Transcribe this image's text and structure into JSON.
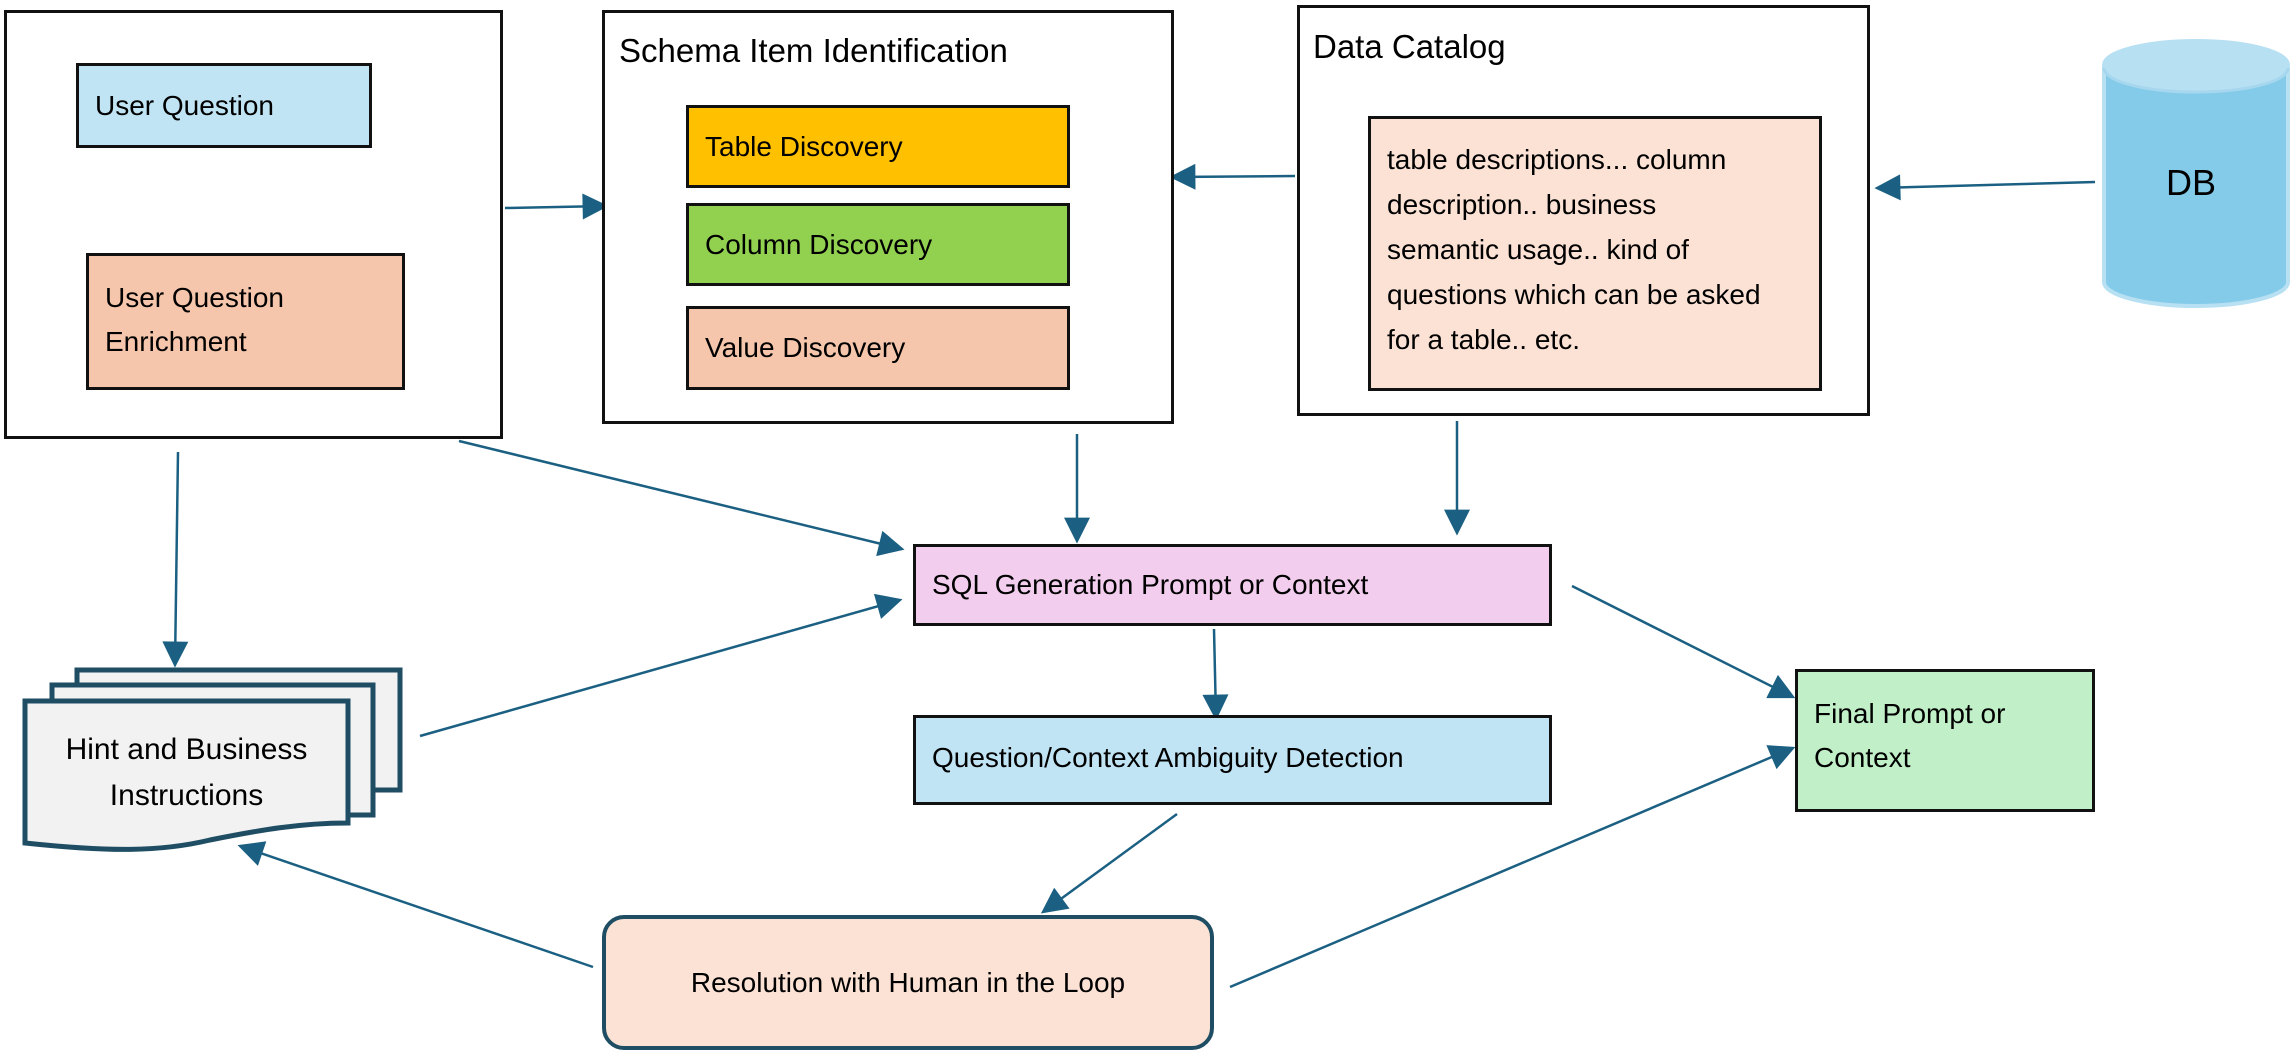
{
  "diagram": {
    "groups": {
      "user_input": {
        "title": ""
      },
      "schema": {
        "title": "Schema Item Identification"
      },
      "catalog": {
        "title": "Data Catalog"
      }
    },
    "nodes": {
      "user_question": {
        "label": "User Question",
        "color": "#c0e4f4"
      },
      "enrichment": {
        "label": "User Question\nEnrichment",
        "color": "#f5c6ab"
      },
      "table_discovery": {
        "label": "Table Discovery",
        "color": "#ffc000"
      },
      "column_discovery": {
        "label": "Column Discovery",
        "color": "#92d050"
      },
      "value_discovery": {
        "label": "Value Discovery",
        "color": "#f5c6ab"
      },
      "catalog_description": {
        "label": "table descriptions... column\ndescription.. business\nsemantic usage.. kind of\nquestions which can be asked\nfor a table.. etc.",
        "color": "#fbe2d5"
      },
      "db": {
        "label": "DB",
        "color": "#84cbea",
        "top_color": "#b8e0f3"
      },
      "sql_prompt": {
        "label": "SQL Generation Prompt or Context",
        "color": "#f2cdee"
      },
      "ambiguity": {
        "label": "Question/Context Ambiguity Detection",
        "color": "#c0e4f4"
      },
      "final_prompt": {
        "label": "Final Prompt or\nContext",
        "color": "#c1f0c8"
      },
      "resolution": {
        "label": "Resolution with Human in the Loop",
        "color": "#fbe2d5"
      },
      "hints": {
        "label": "Hint and Business\nInstructions",
        "color": "#f2f2f2"
      }
    },
    "edges": [
      {
        "from": "user_question",
        "to": "enrichment"
      },
      {
        "from": "user_input",
        "to": "schema"
      },
      {
        "from": "catalog",
        "to": "schema"
      },
      {
        "from": "db",
        "to": "catalog_description"
      },
      {
        "from": "user_input",
        "to": "hints"
      },
      {
        "from": "user_input",
        "to": "sql_prompt"
      },
      {
        "from": "schema",
        "to": "sql_prompt"
      },
      {
        "from": "catalog",
        "to": "sql_prompt"
      },
      {
        "from": "hints",
        "to": "sql_prompt"
      },
      {
        "from": "sql_prompt",
        "to": "ambiguity"
      },
      {
        "from": "sql_prompt",
        "to": "final_prompt"
      },
      {
        "from": "ambiguity",
        "to": "resolution"
      },
      {
        "from": "resolution",
        "to": "hints"
      },
      {
        "from": "resolution",
        "to": "final_prompt"
      }
    ],
    "colors": {
      "arrow": "#1b6082",
      "doc_stroke": "#1f4e64",
      "box_stroke": "#111111"
    }
  }
}
